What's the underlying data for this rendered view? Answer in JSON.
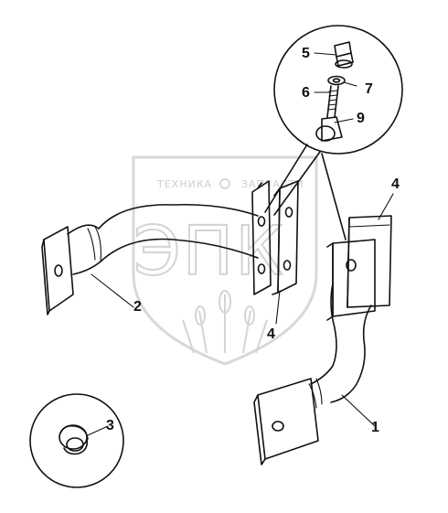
{
  "watermark": {
    "top_text": "ТЕХНИКА",
    "top_text_right": "ЗАПЧАСТИ",
    "big_text": "ЭПК"
  },
  "callouts": {
    "p1": "1",
    "p2": "2",
    "p3": "3",
    "p4a": "4",
    "p4b": "4",
    "p5": "5",
    "p6": "6",
    "p7": "7",
    "p9": "9"
  },
  "colors": {
    "ink": "#111111",
    "watermark": "#cfcfcf"
  }
}
